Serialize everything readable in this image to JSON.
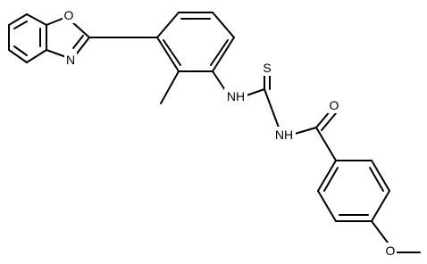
{
  "structure": {
    "atoms": {
      "o_oxazole": "O",
      "n_oxazole": "N",
      "nh_left": "NH",
      "s_thio": "S",
      "nh_right": "NH",
      "o_carbonyl": "O",
      "o_methoxy": "O"
    }
  },
  "colors": {
    "bond": "#000000",
    "label": "#000000",
    "background": "#ffffff"
  }
}
